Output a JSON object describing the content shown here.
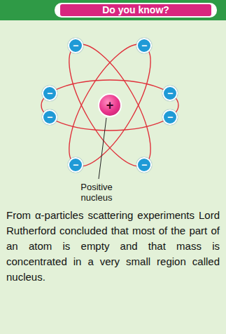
{
  "diagram": {
    "title": "Do you know?",
    "caption": "From α-particles scattering experiments Lord Rutherford concluded that most of the part of an atom is empty and that mass is concentrated in a very small region called nucleus.",
    "nodes": [
      {
        "text": [
          "−"
        ]
      },
      {
        "text": [
          "−"
        ]
      },
      {
        "text": [
          "−"
        ]
      },
      {
        "text": [
          "−"
        ]
      },
      {
        "text": [
          "+"
        ]
      },
      {
        "text": [
          "−"
        ]
      },
      {
        "text": [
          "−"
        ]
      },
      {
        "text": [
          "−"
        ]
      },
      {
        "text": [
          "−"
        ]
      }
    ],
    "labels": [
      "Positive nucleus"
    ]
  }
}
